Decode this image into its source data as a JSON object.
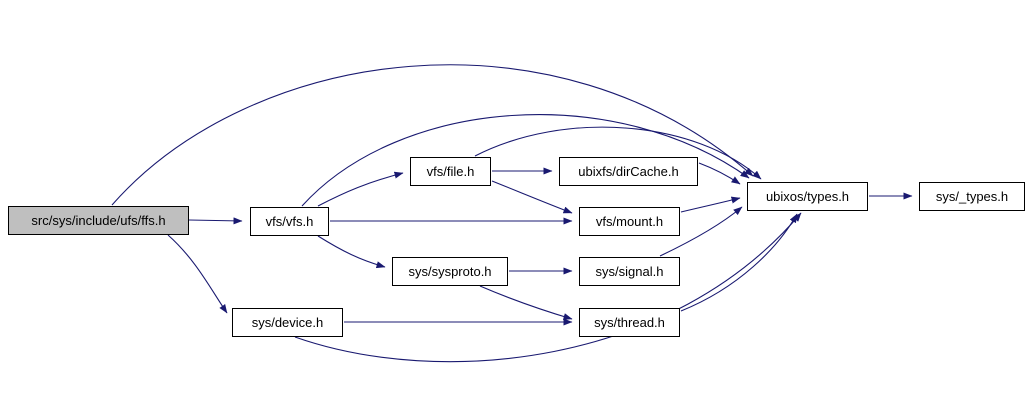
{
  "diagram": {
    "type": "include-dependency-graph",
    "nodes": [
      {
        "id": "ffs",
        "label": "src/sys/include/ufs/ffs.h",
        "root": true
      },
      {
        "id": "vfs",
        "label": "vfs/vfs.h"
      },
      {
        "id": "file",
        "label": "vfs/file.h"
      },
      {
        "id": "dircache",
        "label": "ubixfs/dirCache.h"
      },
      {
        "id": "mount",
        "label": "vfs/mount.h"
      },
      {
        "id": "sysproto",
        "label": "sys/sysproto.h"
      },
      {
        "id": "signal",
        "label": "sys/signal.h"
      },
      {
        "id": "device",
        "label": "sys/device.h"
      },
      {
        "id": "thread",
        "label": "sys/thread.h"
      },
      {
        "id": "types",
        "label": "ubixos/types.h"
      },
      {
        "id": "_types",
        "label": "sys/_types.h"
      }
    ],
    "edges": [
      {
        "from": "ffs",
        "to": "vfs"
      },
      {
        "from": "ffs",
        "to": "device"
      },
      {
        "from": "ffs",
        "to": "types"
      },
      {
        "from": "vfs",
        "to": "file"
      },
      {
        "from": "vfs",
        "to": "mount"
      },
      {
        "from": "vfs",
        "to": "sysproto"
      },
      {
        "from": "vfs",
        "to": "types"
      },
      {
        "from": "file",
        "to": "dircache"
      },
      {
        "from": "file",
        "to": "mount"
      },
      {
        "from": "file",
        "to": "types"
      },
      {
        "from": "dircache",
        "to": "types"
      },
      {
        "from": "mount",
        "to": "types"
      },
      {
        "from": "sysproto",
        "to": "signal"
      },
      {
        "from": "sysproto",
        "to": "thread"
      },
      {
        "from": "signal",
        "to": "types"
      },
      {
        "from": "thread",
        "to": "types"
      },
      {
        "from": "device",
        "to": "thread"
      },
      {
        "from": "device",
        "to": "types"
      },
      {
        "from": "types",
        "to": "_types"
      }
    ],
    "colors": {
      "edge": "#191970",
      "node_fill": "#ffffff",
      "root_fill": "#bfbfbf",
      "border": "#000000",
      "text": "#000000",
      "background": "#ffffff"
    }
  }
}
